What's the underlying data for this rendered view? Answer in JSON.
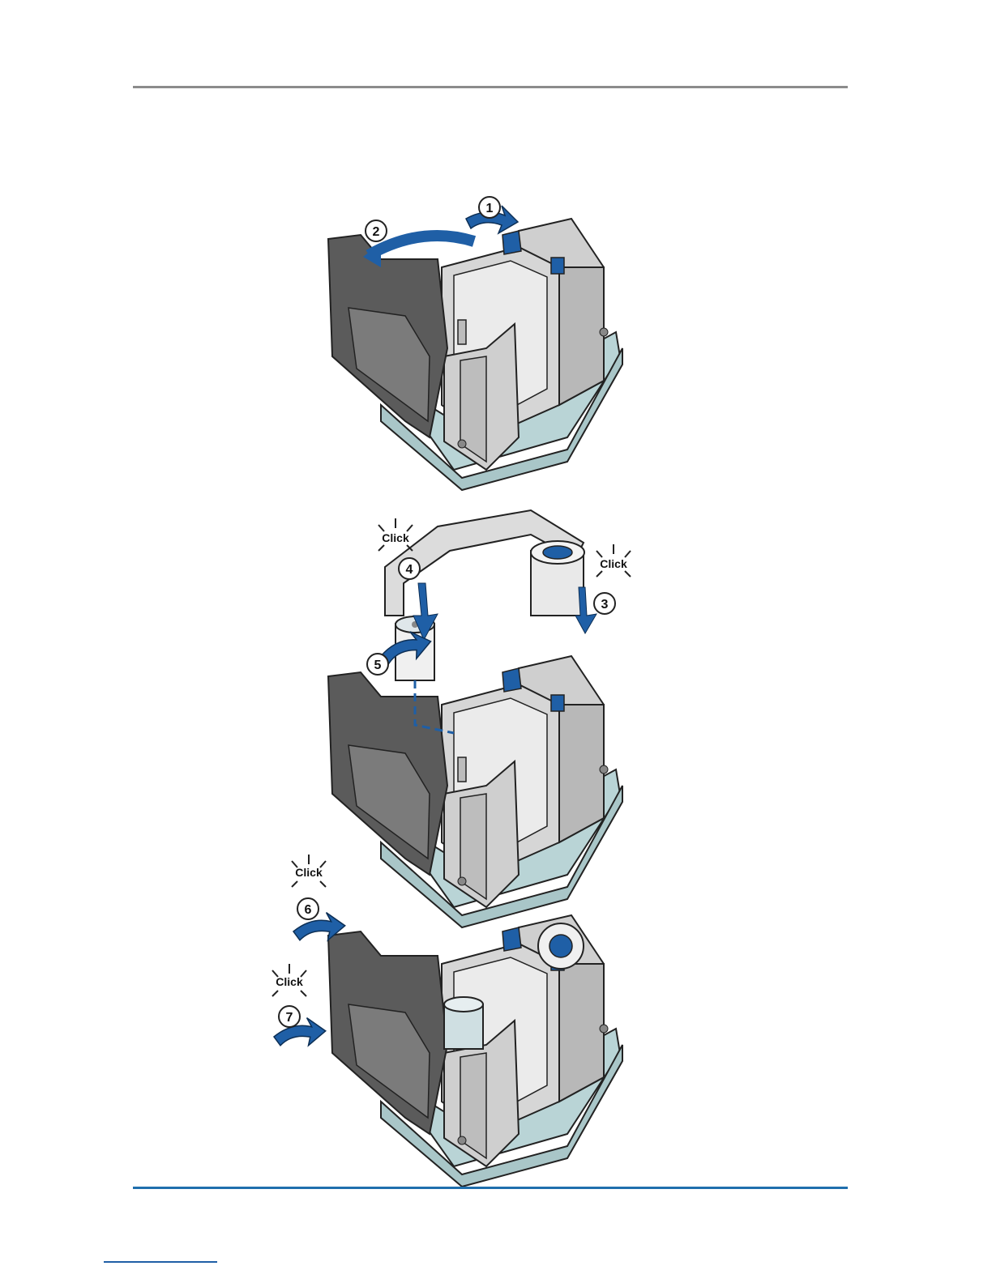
{
  "header": {
    "rule_color": "#8c8c8c"
  },
  "footer": {
    "rule_color": "#1f6fad"
  },
  "figure": {
    "steps": [
      "1",
      "2",
      "3",
      "4",
      "5",
      "6",
      "7"
    ],
    "click_label": "Click",
    "colors": {
      "accent": "#1f5fa6",
      "frame": "#c9c9c9",
      "dark": "#6b6b6b",
      "base": "#b9d4d6"
    }
  }
}
